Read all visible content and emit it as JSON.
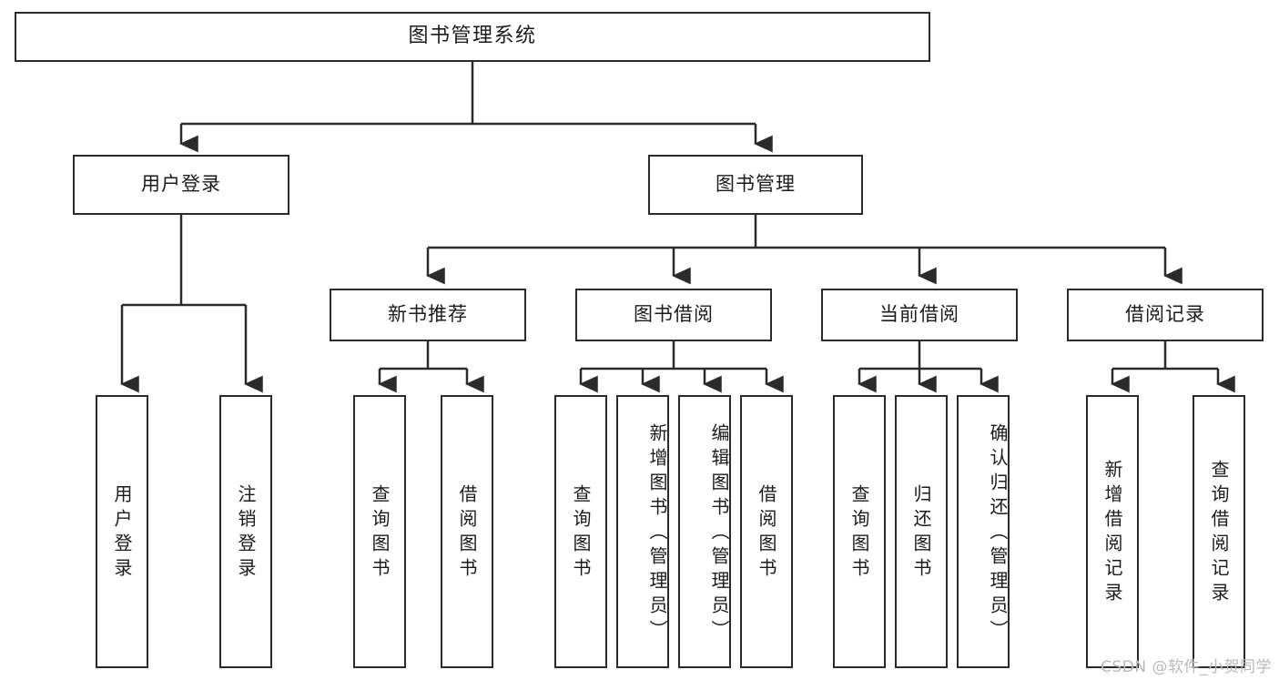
{
  "diagram": {
    "type": "tree",
    "title": "图书管理系统",
    "root": {
      "label": "图书管理系统"
    },
    "level1": [
      {
        "label": "用户登录"
      },
      {
        "label": "图书管理"
      }
    ],
    "level2": [
      {
        "label": "新书推荐"
      },
      {
        "label": "图书借阅"
      },
      {
        "label": "当前借阅"
      },
      {
        "label": "借阅记录"
      }
    ],
    "leaves": {
      "user_login": [
        {
          "label": "用户登录"
        },
        {
          "label": "注销登录"
        }
      ],
      "new_book_recommend": [
        {
          "label": "查询图书"
        },
        {
          "label": "借阅图书"
        }
      ],
      "book_borrow": [
        {
          "label": "查询图书"
        },
        {
          "label": "新增图书（管理员）"
        },
        {
          "label": "编辑图书（管理员）"
        },
        {
          "label": "借阅图书"
        }
      ],
      "current_borrow": [
        {
          "label": "查询图书"
        },
        {
          "label": "归还图书"
        },
        {
          "label": "确认归还（管理员）"
        }
      ],
      "borrow_record": [
        {
          "label": "新增借阅记录"
        },
        {
          "label": "查询借阅记录"
        }
      ]
    }
  },
  "watermark": {
    "text": "CSDN @软件_小贺同学"
  },
  "colors": {
    "stroke": "#2b2b2b",
    "background": "#ffffff",
    "text": "#1b1b1b",
    "watermark": "#b9b9b9"
  }
}
